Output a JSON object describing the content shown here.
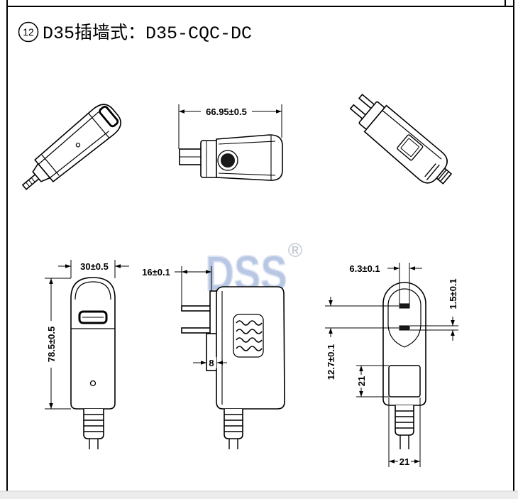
{
  "title": {
    "circled_number": "12",
    "text": "D35插墙式：D35-CQC-DC"
  },
  "top_side_view": {
    "length_dim": "66.95±0.5"
  },
  "front_view": {
    "width_dim": "30±0.5",
    "height_dim": "78.5±0.5"
  },
  "side_view": {
    "pin_length_dim": "16±0.1",
    "base_dim": "8"
  },
  "rear_view": {
    "pin_width_dim": "6.3±0.1",
    "pin_thickness_dim": "1.5±0.1",
    "pin_spacing_dim": "12.7±0.1",
    "label_height_dim": "21",
    "label_width_dim": "21"
  },
  "watermark": {
    "logo_text": "DSS",
    "registered_mark": "®"
  },
  "colors": {
    "line": "#000000",
    "paper": "#ffffff",
    "watermark": "#8aa2d2",
    "bottom_bar": "#ececec"
  }
}
